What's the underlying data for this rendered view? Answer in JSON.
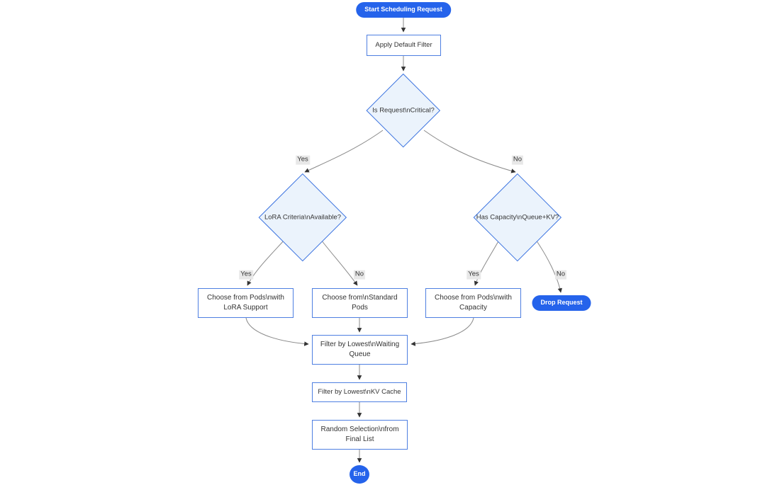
{
  "diagram_type": "flowchart",
  "colors": {
    "accent": "#2563eb",
    "node_border": "#4e7fe1",
    "decision_border": "#3d74e0",
    "decision_fill": "#ebf3fc",
    "node_fill": "#ffffff",
    "edge_color": "#8a8a8a",
    "arrow_color": "#333333",
    "label_bg": "#e8e8e8",
    "text_color": "#333333",
    "pill_text": "#ffffff",
    "background": "#ffffff"
  },
  "nodes": {
    "start": {
      "label": "Start Scheduling Request",
      "shape": "stadium"
    },
    "apply_filter": {
      "label": "Apply Default Filter",
      "shape": "rect"
    },
    "is_critical": {
      "label": "Is Request\\nCritical?",
      "shape": "diamond"
    },
    "lora_criteria": {
      "label": "LoRA Criteria\\nAvailable?",
      "shape": "diamond"
    },
    "has_capacity": {
      "label": "Has Capacity\\nQueue+KV?",
      "shape": "diamond"
    },
    "choose_lora": {
      "label": "Choose from Pods\\nwith LoRA Support",
      "shape": "rect"
    },
    "choose_standard": {
      "label": "Choose from\\nStandard Pods",
      "shape": "rect"
    },
    "choose_capacity": {
      "label": "Choose from Pods\\nwith Capacity",
      "shape": "rect"
    },
    "drop_request": {
      "label": "Drop Request",
      "shape": "stadium"
    },
    "filter_queue": {
      "label": "Filter by Lowest\\nWaiting Queue",
      "shape": "rect"
    },
    "filter_kv": {
      "label": "Filter by Lowest\\nKV Cache",
      "shape": "rect"
    },
    "random_selection": {
      "label": "Random Selection\\nfrom Final List",
      "shape": "rect"
    },
    "end": {
      "label": "End",
      "shape": "circle"
    }
  },
  "edge_labels": {
    "critical_yes": "Yes",
    "critical_no": "No",
    "lora_yes": "Yes",
    "lora_no": "No",
    "capacity_yes": "Yes",
    "capacity_no": "No"
  }
}
